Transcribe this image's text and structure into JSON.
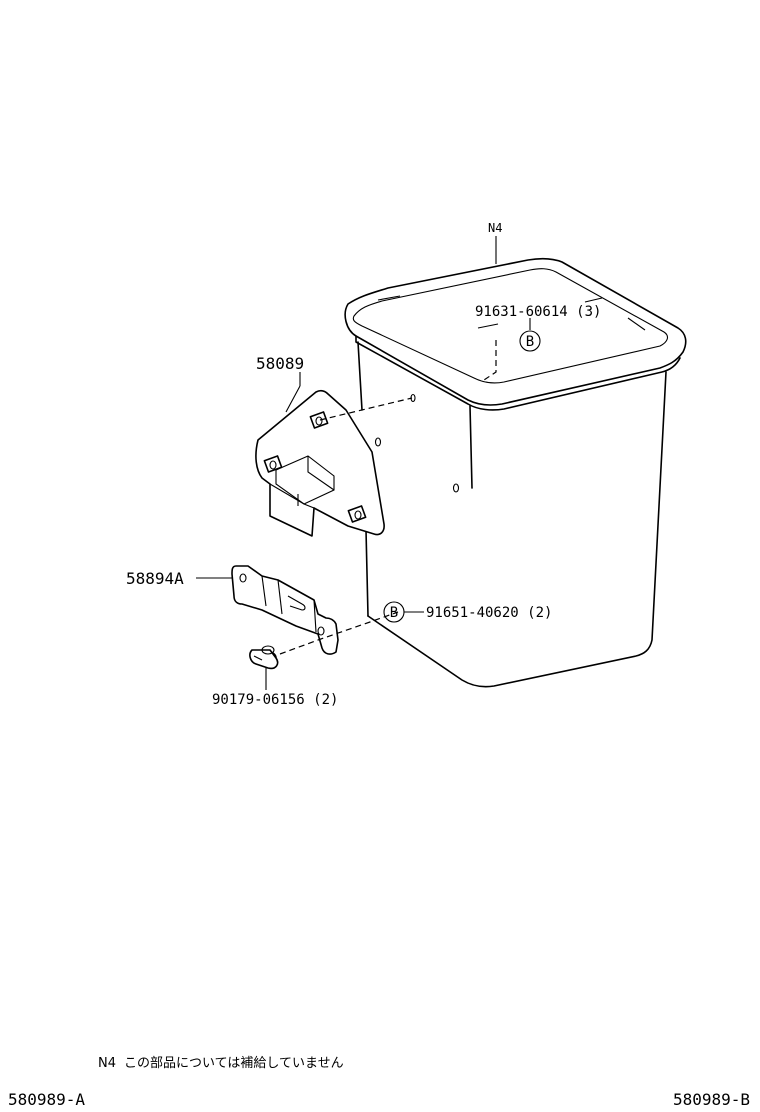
{
  "callouts": {
    "n4": "N4",
    "bolt_b_upper": "91631-60614 (3)",
    "bracket_upper": "58089",
    "bracket_lower": "58894A",
    "bolt_b_lower": "91651-40620 (2)",
    "grommet": "90179-06156 (2)",
    "b_marker": "B"
  },
  "footnote": {
    "code": "N4",
    "text": "この部品については補給していません"
  },
  "illustration_codes": {
    "left": "580989-A",
    "right": "580989-B"
  }
}
